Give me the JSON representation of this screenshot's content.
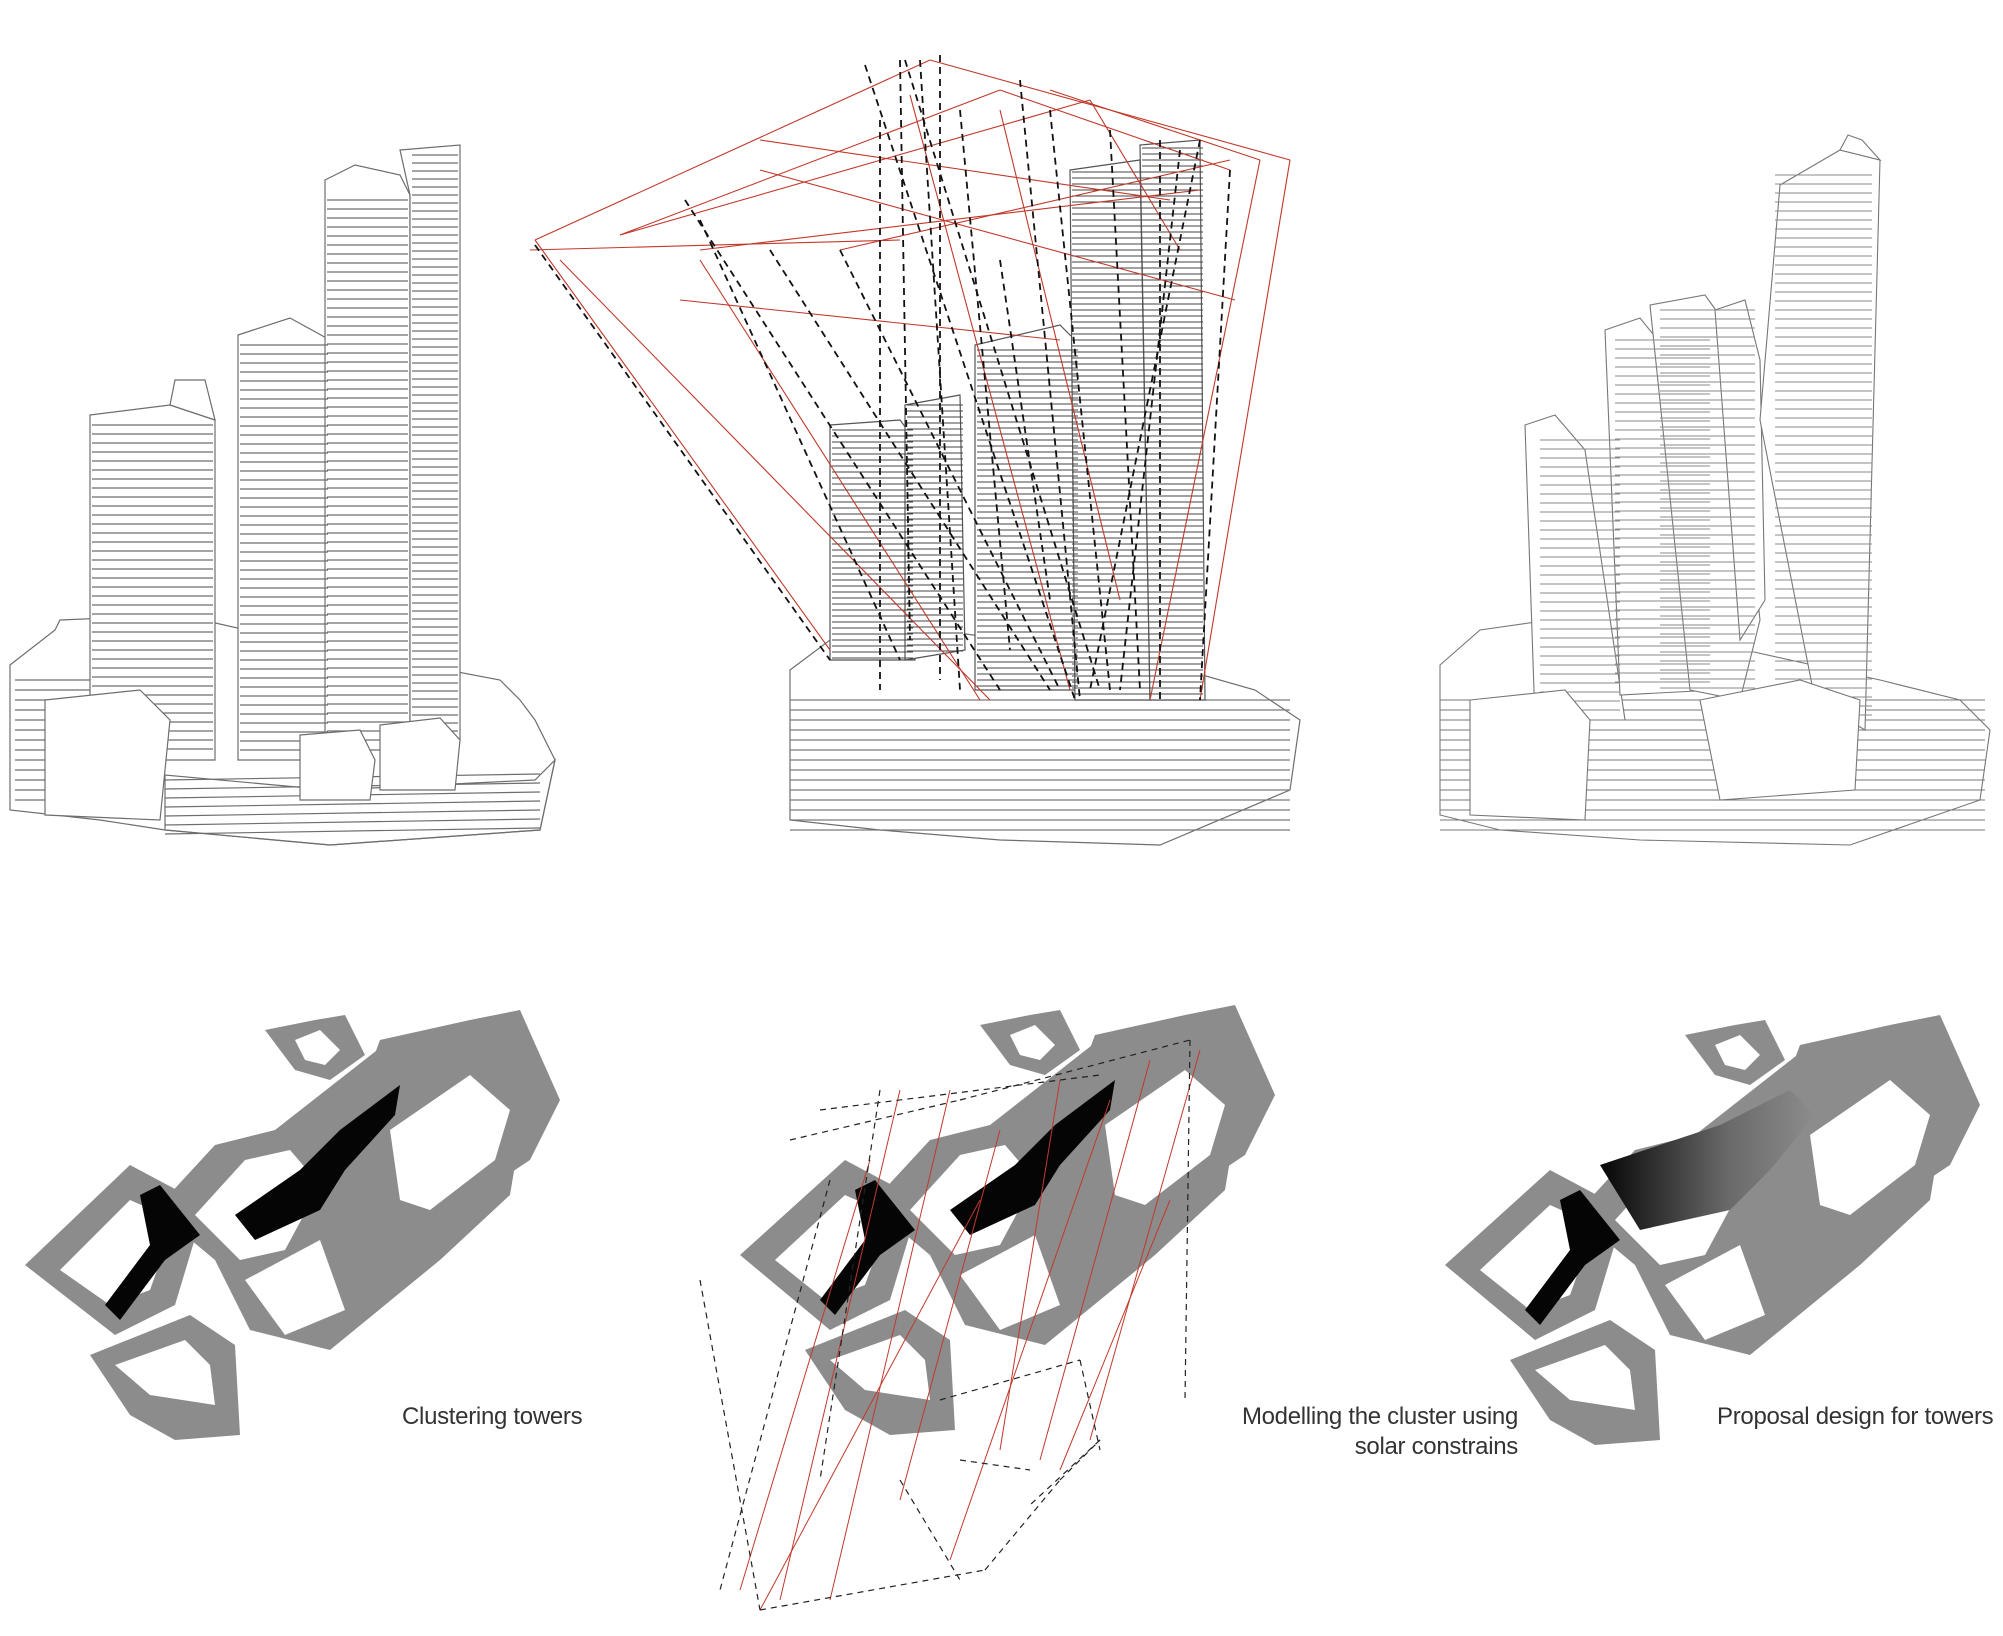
{
  "captions": {
    "clustering": "Clustering towers",
    "modelling_line1": "Modelling the cluster using",
    "modelling_line2": "solar constrains",
    "proposal": "Proposal design for towers"
  },
  "panels": [
    {
      "id": "existing-towers",
      "plan_caption_key": "clustering"
    },
    {
      "id": "solar-modelling",
      "plan_caption_key": "modelling"
    },
    {
      "id": "proposal-towers",
      "plan_caption_key": "proposal"
    }
  ],
  "colors": {
    "line": "#555555",
    "red_line": "#c0392b",
    "dashed": "#111111",
    "plan_gray": "#8c8c8c",
    "plan_black": "#050505",
    "plan_white": "#ffffff"
  }
}
